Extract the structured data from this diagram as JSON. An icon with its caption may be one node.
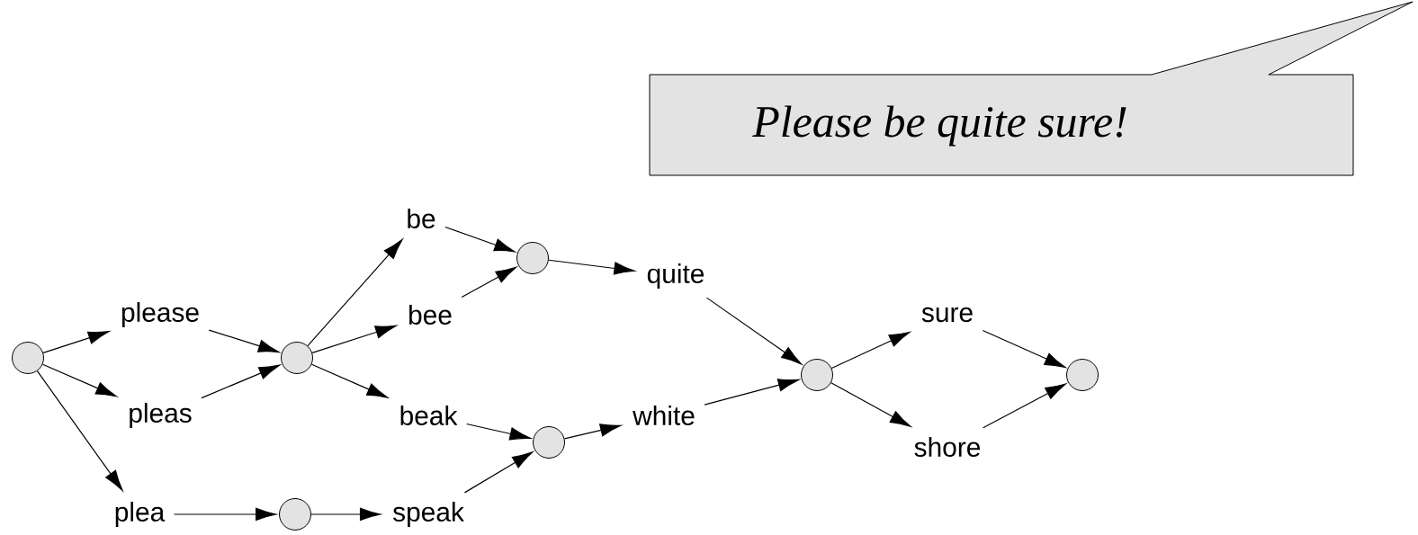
{
  "diagram": {
    "nodes": [
      {
        "text": [
          "Please be quite sure!"
        ]
      },
      {
        "text": [],
        "shape": "circle"
      },
      {
        "text": [
          "please"
        ]
      },
      {
        "text": [
          "pleas"
        ]
      },
      {
        "text": [
          "plea"
        ]
      },
      {
        "text": [],
        "shape": "circle"
      },
      {
        "text": [],
        "shape": "circle"
      },
      {
        "text": [
          "be"
        ]
      },
      {
        "text": [
          "bee"
        ]
      },
      {
        "text": [
          "beak"
        ]
      },
      {
        "text": [
          "speak"
        ]
      },
      {
        "text": [],
        "shape": "circle"
      },
      {
        "text": [],
        "shape": "circle"
      },
      {
        "text": [
          "quite"
        ]
      },
      {
        "text": [
          "white"
        ]
      },
      {
        "text": [],
        "shape": "circle"
      },
      {
        "text": [
          "sure"
        ]
      },
      {
        "text": [
          "shore"
        ]
      },
      {
        "text": [],
        "shape": "circle"
      }
    ],
    "edges": [
      {
        "from": 1,
        "to": 2,
        "arrow": "to"
      },
      {
        "from": 1,
        "to": 3,
        "arrow": "to"
      },
      {
        "from": 1,
        "to": 4,
        "arrow": "to"
      },
      {
        "from": 2,
        "to": 5,
        "arrow": "to"
      },
      {
        "from": 3,
        "to": 5,
        "arrow": "to"
      },
      {
        "from": 4,
        "to": 6,
        "arrow": "to"
      },
      {
        "from": 5,
        "to": 7,
        "arrow": "to"
      },
      {
        "from": 5,
        "to": 8,
        "arrow": "to"
      },
      {
        "from": 5,
        "to": 9,
        "arrow": "to"
      },
      {
        "from": 6,
        "to": 10,
        "arrow": "to"
      },
      {
        "from": 7,
        "to": 11,
        "arrow": "to"
      },
      {
        "from": 8,
        "to": 11,
        "arrow": "to"
      },
      {
        "from": 9,
        "to": 12,
        "arrow": "to"
      },
      {
        "from": 10,
        "to": 12,
        "arrow": "to"
      },
      {
        "from": 11,
        "to": 13,
        "arrow": "to"
      },
      {
        "from": 12,
        "to": 14,
        "arrow": "to"
      },
      {
        "from": 13,
        "to": 15,
        "arrow": "to"
      },
      {
        "from": 14,
        "to": 15,
        "arrow": "to"
      },
      {
        "from": 15,
        "to": 16,
        "arrow": "to"
      },
      {
        "from": 15,
        "to": 17,
        "arrow": "to"
      },
      {
        "from": 16,
        "to": 18,
        "arrow": "to"
      },
      {
        "from": 17,
        "to": 18,
        "arrow": "to"
      }
    ]
  }
}
